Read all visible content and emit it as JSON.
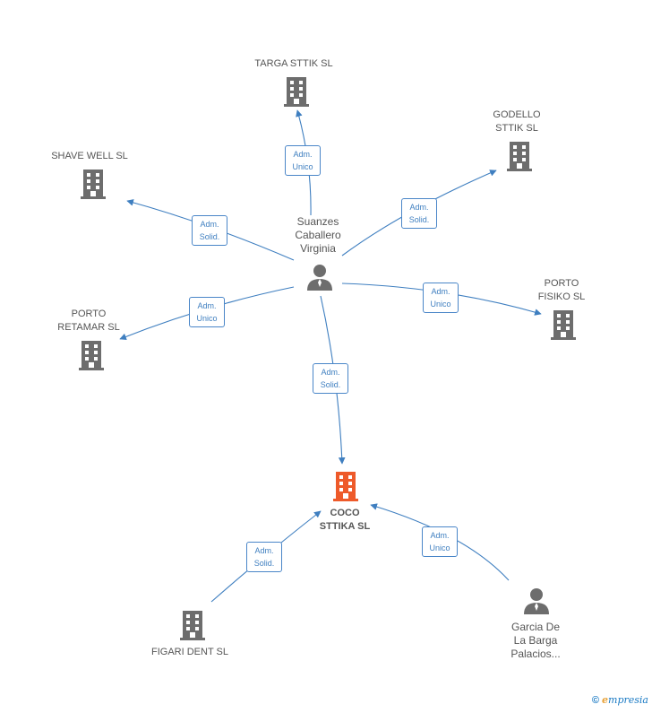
{
  "colors": {
    "edge": "#3f7fc0",
    "building": "#6d6d6d",
    "focus_building": "#ee5a2a",
    "person": "#6d6d6d"
  },
  "nodes": {
    "targa": "TARGA STTIK SL",
    "godello": [
      "GODELLO",
      "STTIK SL"
    ],
    "shave": "SHAVE WELL SL",
    "porto_retamar": [
      "PORTO",
      "RETAMAR SL"
    ],
    "porto_fisiko": [
      "PORTO",
      "FISIKO SL"
    ],
    "suanzes": [
      "Suanzes",
      "Caballero",
      "Virginia"
    ],
    "coco": [
      "COCO",
      "STTIKA SL"
    ],
    "figari": "FIGARI DENT SL",
    "garcia": [
      "Garcia De",
      "La Barga",
      "Palacios..."
    ]
  },
  "relations": {
    "targa": [
      "Adm.",
      "Unico"
    ],
    "godello": [
      "Adm.",
      "Solid."
    ],
    "shave": [
      "Adm.",
      "Solid."
    ],
    "porto_retamar": [
      "Adm.",
      "Unico"
    ],
    "porto_fisiko": [
      "Adm.",
      "Unico"
    ],
    "coco": [
      "Adm.",
      "Solid."
    ],
    "figari": [
      "Adm.",
      "Solid."
    ],
    "garcia": [
      "Adm.",
      "Unico"
    ]
  },
  "footer": {
    "copyright": "©",
    "brand_initial": "e",
    "brand_rest": "mpresia"
  }
}
